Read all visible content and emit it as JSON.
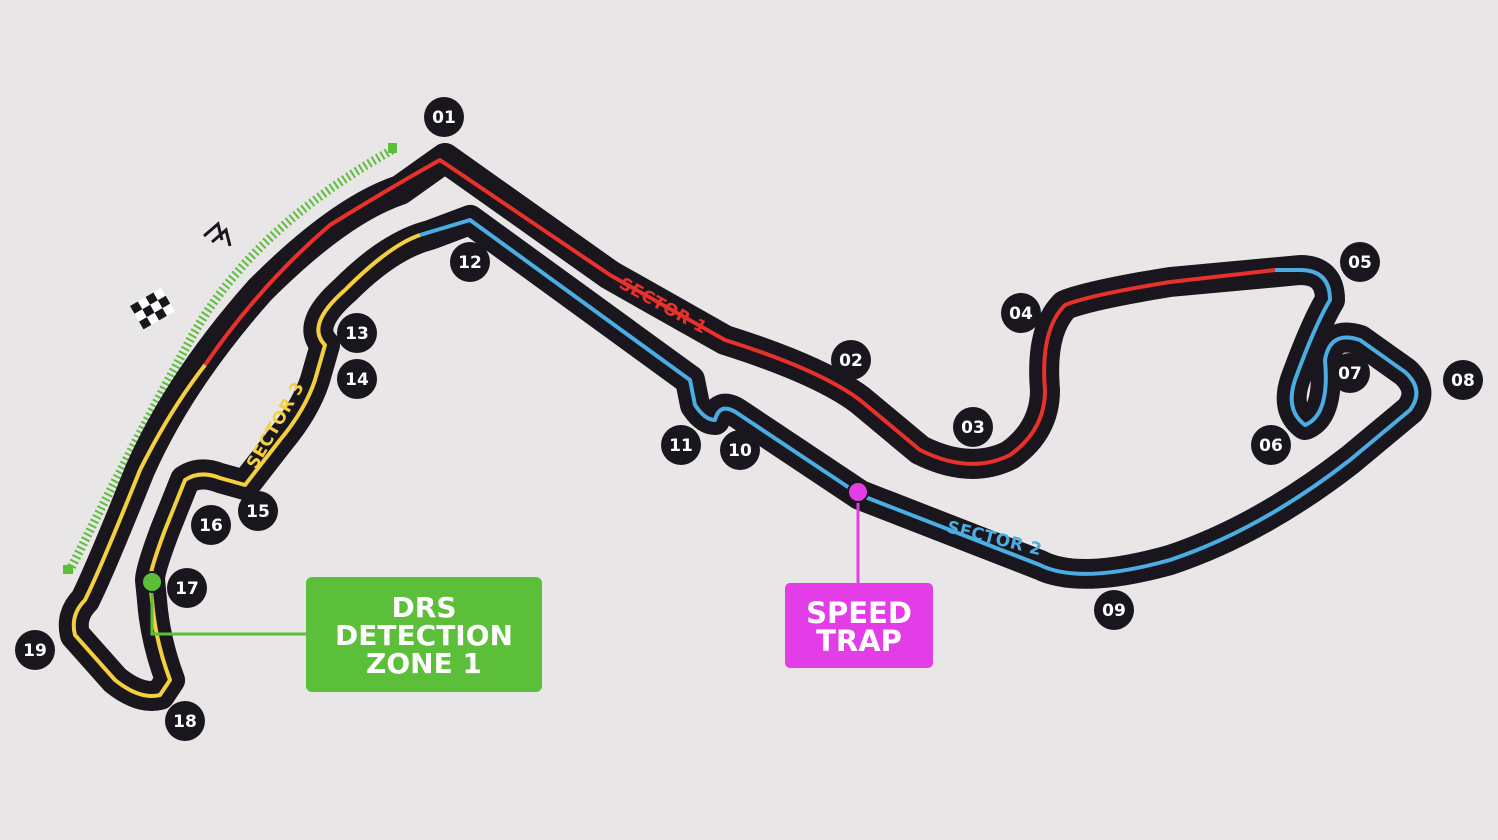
{
  "colors": {
    "background": "#e8e6e6",
    "track": "#1a161d",
    "sector1": "#e8312a",
    "sector2": "#4aaee3",
    "sector3": "#f4d03f",
    "drs_zone": "#5cbf3a",
    "drs_box": "#5cbf3a",
    "speed_trap": "#e33de8"
  },
  "sectors": [
    {
      "label": "SECTOR 1"
    },
    {
      "label": "SECTOR 2"
    },
    {
      "label": "SECTOR 3"
    }
  ],
  "corners": [
    "01",
    "02",
    "03",
    "04",
    "05",
    "06",
    "07",
    "08",
    "09",
    "10",
    "11",
    "12",
    "13",
    "14",
    "15",
    "16",
    "17",
    "18",
    "19"
  ],
  "drs_detection": {
    "lines": [
      "DRS",
      "DETECTION",
      "ZONE 1"
    ]
  },
  "speed_trap": {
    "lines": [
      "SPEED",
      "TRAP"
    ]
  },
  "icons": {
    "start_finish": "checkered-flag-icon",
    "drs": "drs-chevron-icon"
  }
}
